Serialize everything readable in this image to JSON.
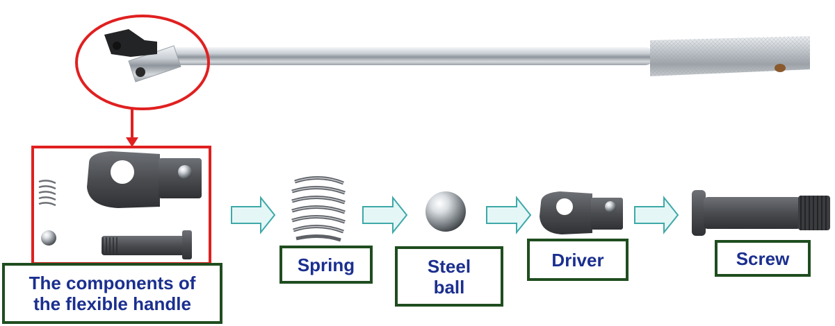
{
  "labels": {
    "main": {
      "line1": "The components of",
      "line2": "the flexible handle"
    },
    "spring": "Spring",
    "steel_ball": {
      "line1": "Steel",
      "line2": "ball"
    },
    "driver": "Driver",
    "screw": "Screw"
  },
  "colors": {
    "highlight_red": "#e02020",
    "label_border": "#1f4d1f",
    "label_text": "#1b2f8f",
    "arrow_fill": "#e4f6f6",
    "arrow_stroke": "#3ea8a8",
    "metal_dark": "#4a4c50",
    "chrome": "#cfd3d8"
  },
  "icons": [
    "flexible-handle-icon",
    "spring-icon",
    "steel-ball-icon",
    "driver-icon",
    "screw-icon",
    "flow-arrow-icon"
  ]
}
